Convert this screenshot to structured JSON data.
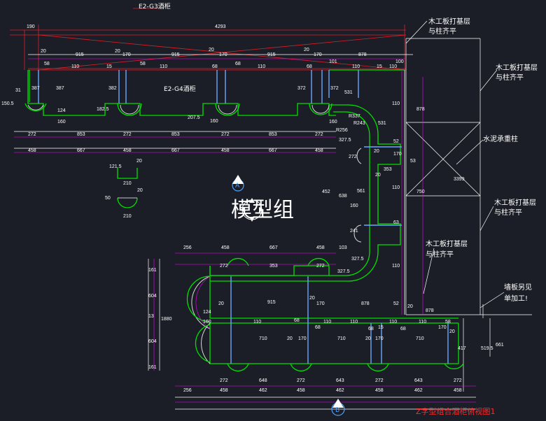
{
  "title": "Z字型组合酒柜俯视图1",
  "watermark": "模型组",
  "section_markers": [
    {
      "letter": "A"
    },
    {
      "letter": "B"
    }
  ],
  "cabinet_labels": {
    "top": "E2-G3酒柜",
    "inner": "E2-G4酒柜"
  },
  "notes": {
    "note1": "木工板打基层",
    "note1b": "与柱齐平",
    "note2": "木工板打基层",
    "note2b": "与柱齐平",
    "column": "水泥承重柱",
    "note3": "木工板打基层",
    "note3b": "与柱齐平",
    "note4": "木工板打基层",
    "note4b": "与柱齐平",
    "wall1": "墙板另见",
    "wall2": "单加工!"
  },
  "dims": {
    "d190": "190",
    "d4293": "4293",
    "d20a": "20",
    "d915a": "915",
    "d20b": "20",
    "d170a": "170",
    "d915b": "915",
    "d20c": "20",
    "d170b": "170",
    "d915c": "915",
    "d20d": "20",
    "d170c": "170",
    "d878a": "878",
    "d100": "100",
    "d58a": "58",
    "d110a": "110",
    "d15a": "15",
    "d58b": "58",
    "d110b": "110",
    "d68a": "68",
    "d68b": "68",
    "d110c": "110",
    "d68c": "68",
    "d101": "101",
    "d110d": "110",
    "d15b": "15",
    "d110e": "110",
    "d387a": "387",
    "d387b": "387",
    "d382": "382",
    "d372a": "372",
    "d372b": "372",
    "d31": "31",
    "d150": "150.5",
    "d124": "124",
    "d160a": "160",
    "d1825": "182.5",
    "d2075": "207.5",
    "d160b": "160",
    "d160c": "160",
    "d272a": "272",
    "d853a": "853",
    "d272b": "272",
    "d853b": "853",
    "d272c": "272",
    "d853c": "853",
    "d272d": "272",
    "d458a": "458",
    "d667a": "667",
    "d458b": "458",
    "d667b": "667",
    "d458c": "458",
    "d667c": "667",
    "d458d": "458",
    "d531": "531",
    "dR337": "R337",
    "dR243": "R243",
    "dR256": "R256",
    "d3275a": "327.5",
    "d52a": "52",
    "d20e": "20",
    "d170d": "170",
    "d53": "53",
    "d353a": "353",
    "d272e": "272",
    "d20f": "20",
    "d531b": "531",
    "d878b": "878",
    "d110f": "110",
    "d750": "750",
    "d3399": "3399",
    "d110g": "110",
    "d452": "452",
    "d638": "638",
    "d561": "561",
    "d160d": "160",
    "d241": "241",
    "d3275b": "327.5",
    "d63": "63",
    "d1215": "121.5",
    "d20g": "20",
    "d210a": "210",
    "d50": "50",
    "d20h": "20",
    "d210b": "210",
    "d256a": "256",
    "d458e": "458",
    "d667d": "667",
    "d458f": "458",
    "d103": "103",
    "d272f": "272",
    "d353b": "353",
    "d272g": "272",
    "d3275c": "327.5",
    "d110h": "110",
    "d161a": "161",
    "d604a": "604",
    "d13": "13",
    "d604b": "604",
    "d161b": "161",
    "d1880": "1880",
    "d124b": "124",
    "d160e": "160",
    "d20i": "20",
    "d915d": "915",
    "d20j": "20",
    "d170e": "170",
    "d878c": "878",
    "d52b": "52",
    "d20k": "20",
    "d110i": "110",
    "d68d": "68",
    "d110j": "110",
    "d68e": "68",
    "d110k": "110",
    "d110l": "110",
    "d15c": "15",
    "d68f": "68",
    "d68g": "68",
    "d110m": "110",
    "d58c": "58",
    "d710a": "710",
    "d20l": "20",
    "d170f": "170",
    "d710b": "710",
    "d20m": "20",
    "d170g": "170",
    "d710c": "710",
    "d170h": "170",
    "d20n": "20",
    "d878d": "878",
    "d417": "417",
    "d5195": "519.5",
    "d661": "661",
    "d272h": "272",
    "d648a": "648",
    "d272i": "272",
    "d643a": "643",
    "d272j": "272",
    "d643b": "643",
    "d272k": "272",
    "d256b": "256",
    "d458g": "458",
    "d462a": "462",
    "d458h": "458",
    "d462b": "462",
    "d458i": "458",
    "d462c": "462",
    "d458j": "458"
  }
}
